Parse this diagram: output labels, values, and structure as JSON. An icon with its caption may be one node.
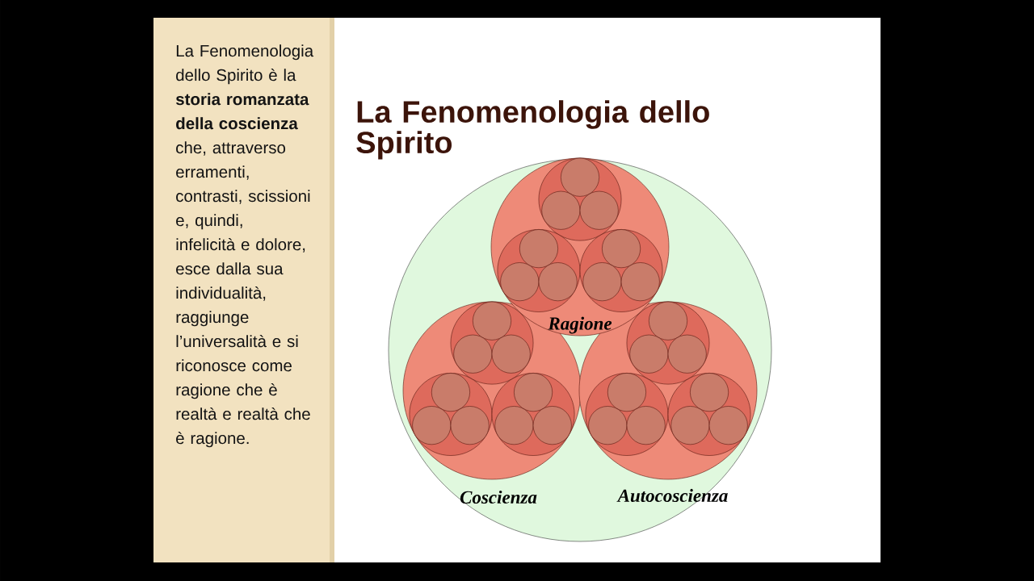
{
  "diagram": {
    "title": "La Fenomenologia dello Spirito",
    "nodes": [
      {
        "text": [
          "La Fenomenologia dello Spirito è la **storia romanzata della coscienza** che, attraverso erramenti, contrasti, scissioni e, quindi, infelicità e dolore, esce dalla sua individualità, raggiunge l’universalità e si riconosce come ragione che è realtà e realtà che è ragione."
        ]
      },
      {
        "text": [],
        "shape": "circle"
      },
      {
        "text": [
          "Ragione"
        ],
        "in": 1
      },
      {
        "text": [
          "Coscienza"
        ],
        "in": 1
      },
      {
        "text": [
          "Autocoscienza"
        ],
        "in": 1
      }
    ]
  }
}
